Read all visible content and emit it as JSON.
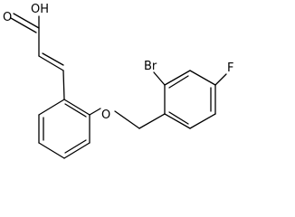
{
  "molecule": {
    "atoms": {
      "o_carbonyl": "O",
      "oh": "OH",
      "o_ether": "O",
      "br": "Br",
      "f": "F"
    }
  }
}
